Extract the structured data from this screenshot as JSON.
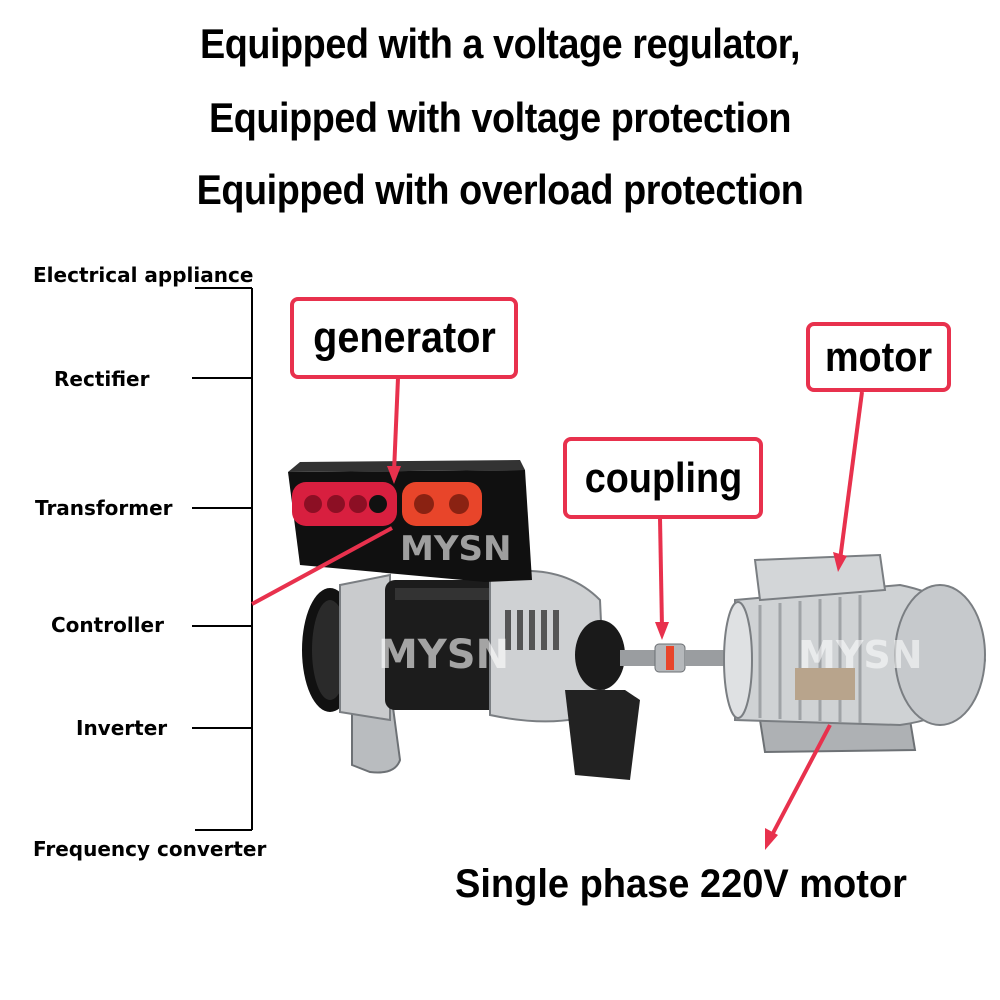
{
  "headlines": [
    "Equipped with a voltage regulator,",
    "Equipped with voltage protection",
    "Equipped with overload protection"
  ],
  "applications": [
    "Electrical appliance",
    "Rectifier",
    "Transformer",
    "Controller",
    "Inverter",
    "Frequency converter"
  ],
  "callouts": {
    "generator": "generator",
    "motor": "motor",
    "coupling": "coupling"
  },
  "caption": "Single phase 220V motor",
  "watermark": "MYSN",
  "colors": {
    "callout_border": "#e8314d",
    "arrow": "#e8314d",
    "text": "#000000",
    "terminal_red": "#d81f3f",
    "terminal_orange": "#e8452a"
  }
}
